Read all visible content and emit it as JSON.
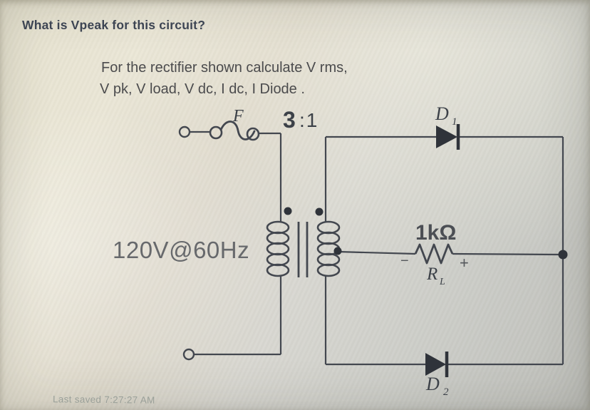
{
  "header": {
    "question": "What is Vpeak for this circuit?"
  },
  "prompt": {
    "line1": "For the rectifier shown calculate V rms,",
    "line2": "V pk, V load, V dc, I dc, I Diode ."
  },
  "circuit": {
    "source_label": "120V@60Hz",
    "fuse_label": "F",
    "ratio_bold": "3",
    "ratio_rest": ":1",
    "diode1": {
      "name": "D",
      "sub": "1"
    },
    "diode2": {
      "name": "D",
      "sub": "2"
    },
    "load": {
      "value": "1kΩ",
      "name": "R",
      "name_sub": "L",
      "minus": "−",
      "plus": "+"
    }
  },
  "footer": {
    "last_saved": "Last saved 7:27:27 AM"
  },
  "colors": {
    "wire": "#43474f",
    "fill_dark": "#2f333a",
    "heading_text": "#3d4553",
    "prompt_text": "#4b4b4d",
    "component_label": "#3c4148",
    "value_label": "#4b4e54",
    "source_label": "#67696c",
    "saved_text": "#9aa099",
    "bg_light": "#eae6d6",
    "bg_dark": "#bdbeb9"
  }
}
